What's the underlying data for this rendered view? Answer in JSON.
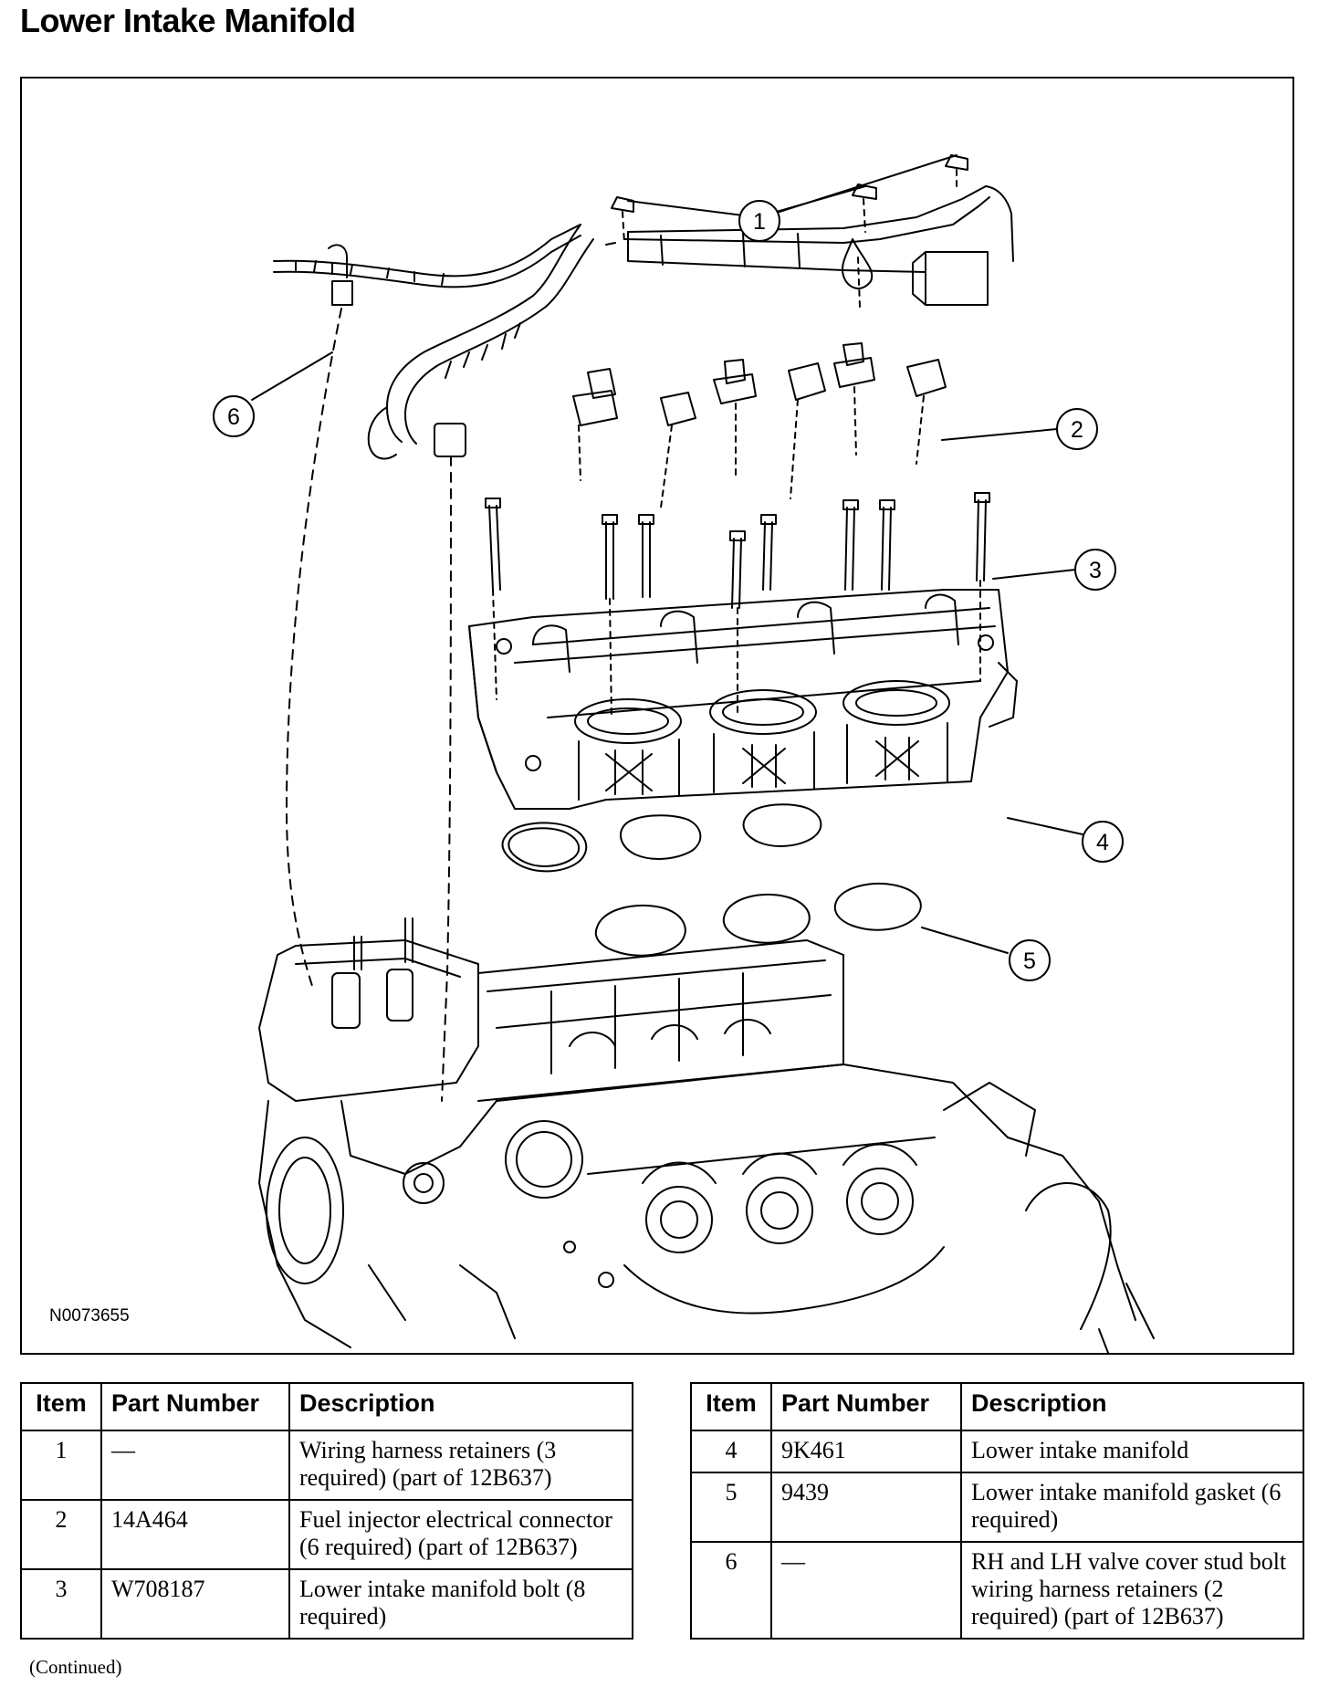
{
  "page": {
    "title": "Lower Intake Manifold"
  },
  "figure": {
    "id": "N0073655",
    "callouts": [
      "1",
      "2",
      "3",
      "4",
      "5",
      "6"
    ]
  },
  "table": {
    "headers": {
      "item": "Item",
      "part_number": "Part Number",
      "description": "Description"
    },
    "left_rows": [
      {
        "item": "1",
        "part_number": "—",
        "description": "Wiring harness retainers (3 required) (part of 12B637)"
      },
      {
        "item": "2",
        "part_number": "14A464",
        "description": "Fuel injector electrical connector (6 required) (part of 12B637)"
      },
      {
        "item": "3",
        "part_number": "W708187",
        "description": "Lower intake manifold bolt (8 required)"
      }
    ],
    "right_rows": [
      {
        "item": "4",
        "part_number": "9K461",
        "description": "Lower intake manifold"
      },
      {
        "item": "5",
        "part_number": "9439",
        "description": "Lower intake manifold gasket (6 required)"
      },
      {
        "item": "6",
        "part_number": "—",
        "description": "RH and LH valve cover stud bolt wiring harness retainers (2 required) (part of 12B637)"
      }
    ]
  },
  "footer": {
    "note": "(Continued)"
  }
}
